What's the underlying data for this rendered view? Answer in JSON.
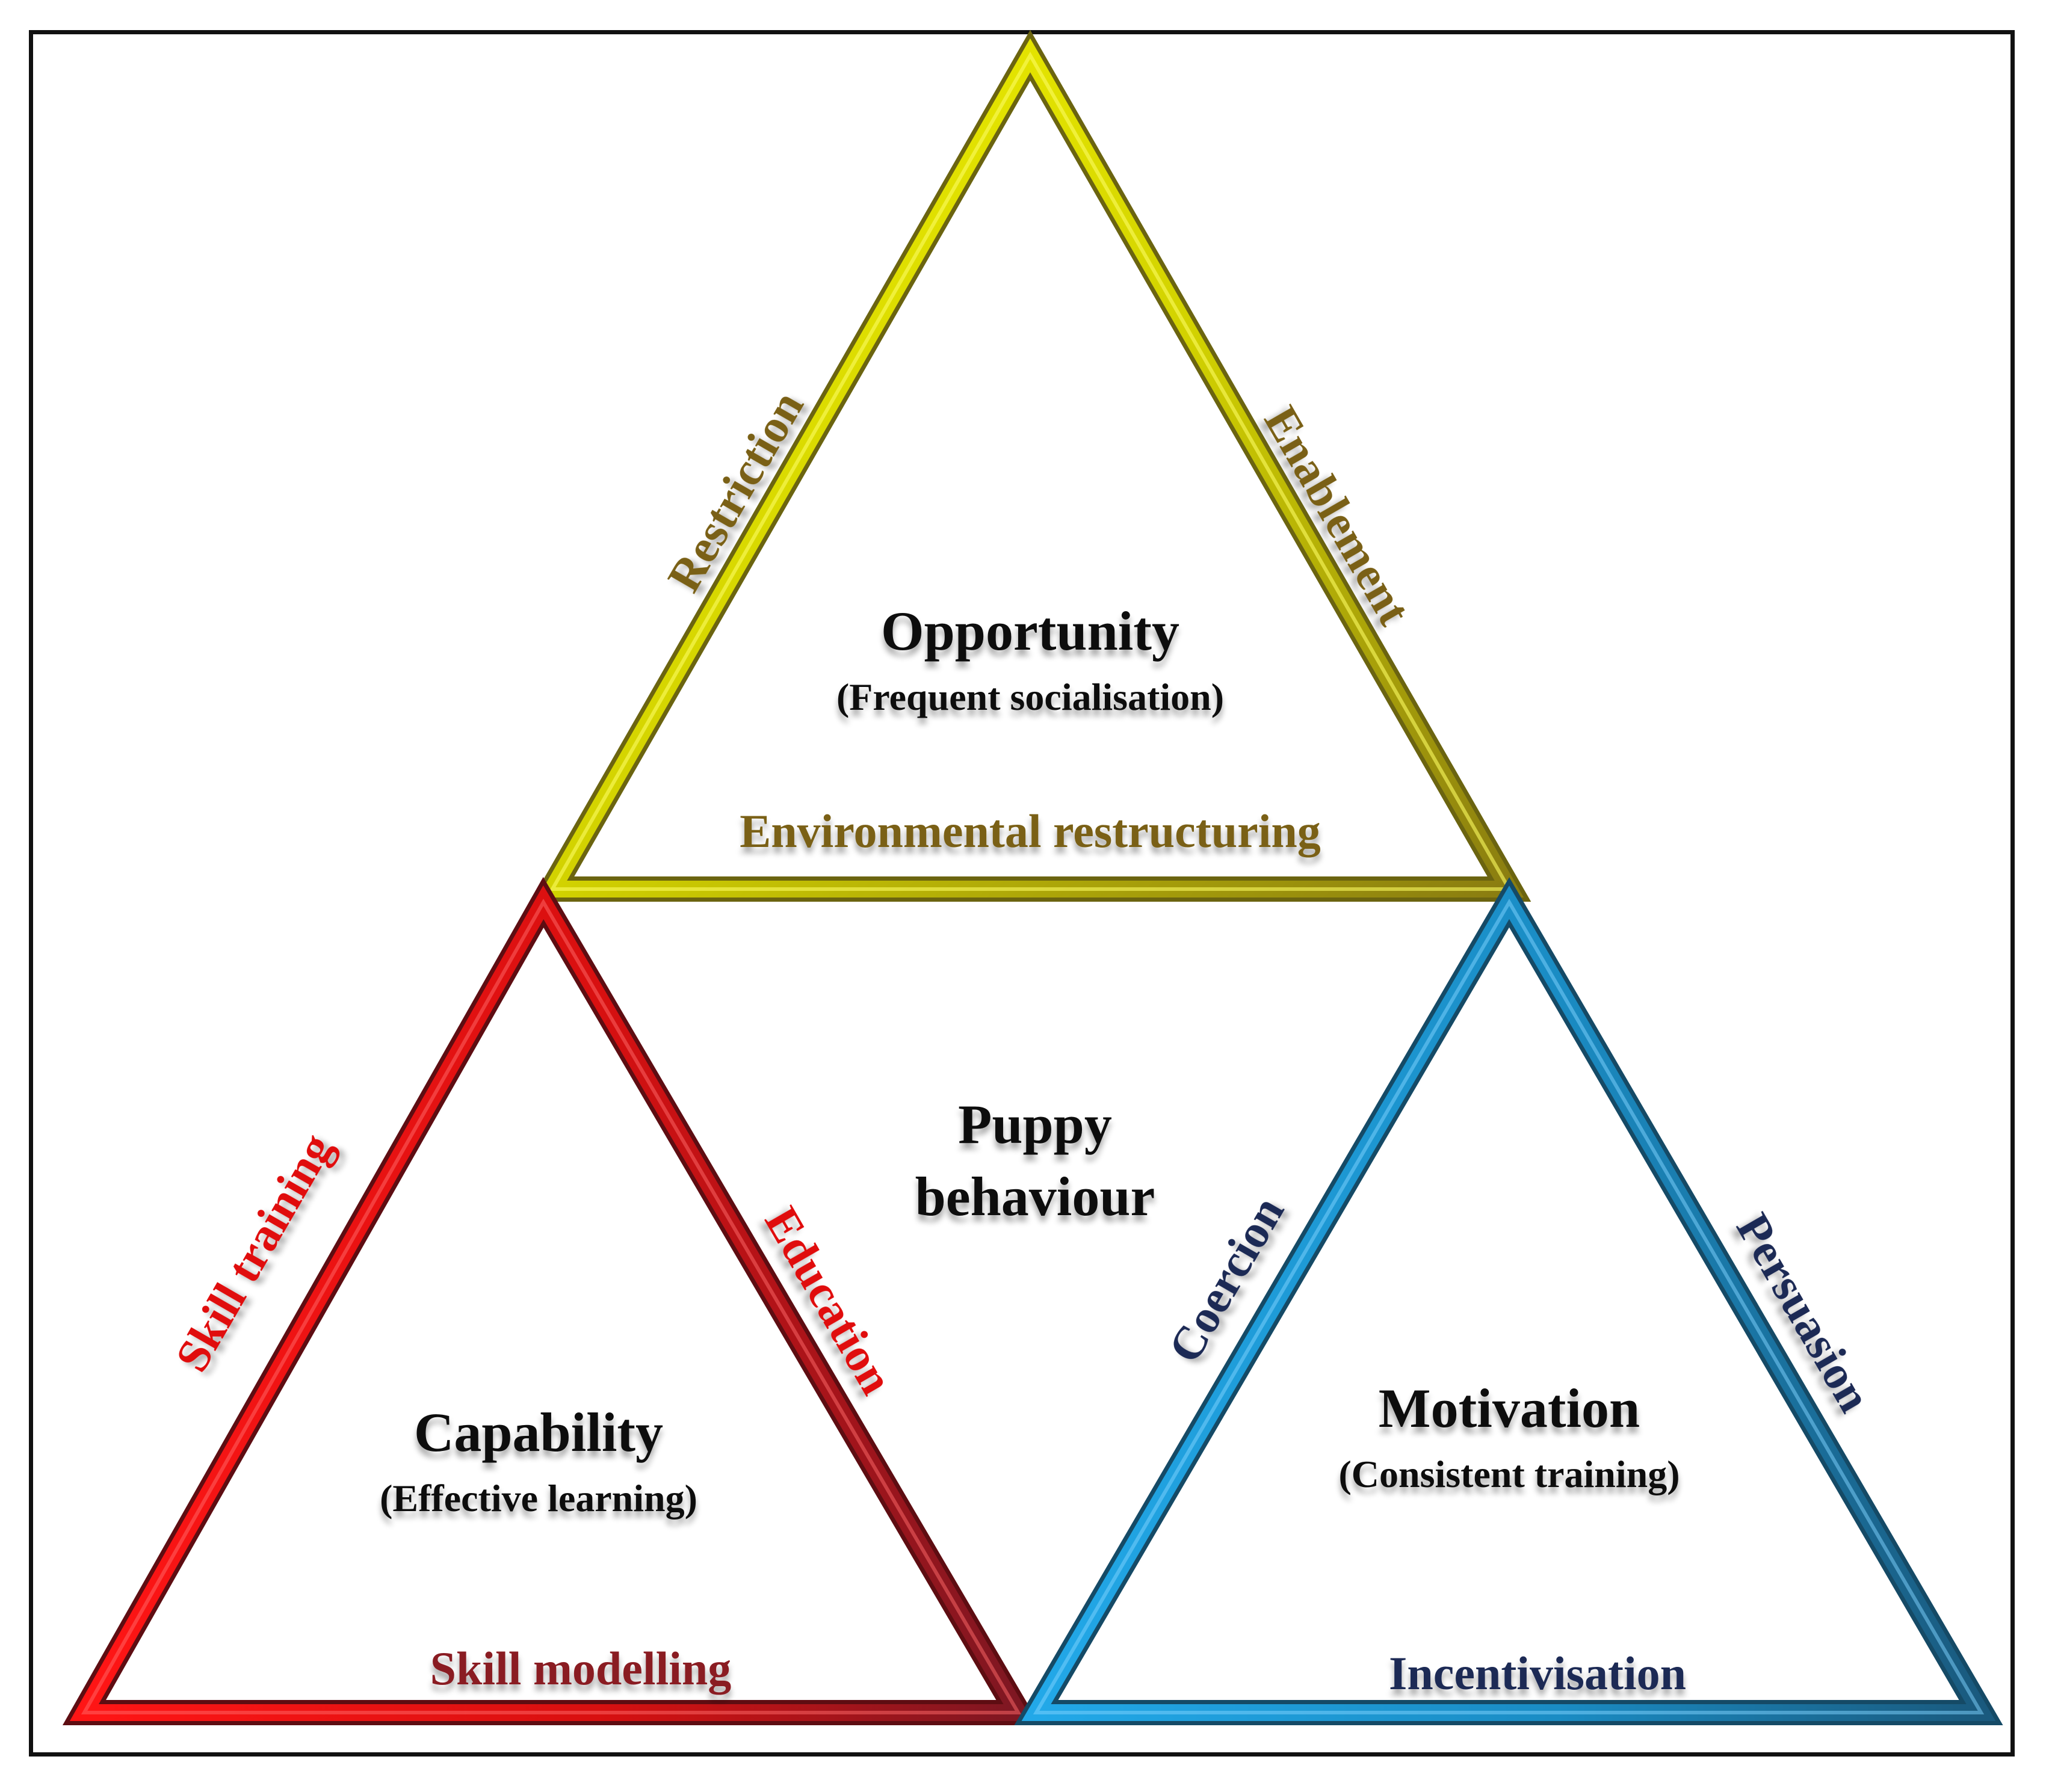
{
  "colors": {
    "opportunity": "#c8c800",
    "opportunity_text": "#7a6012",
    "capability": "#e01010",
    "capability_dark": "#8a1a22",
    "motivation": "#1e96d2",
    "motivation_text": "#1f2a55"
  },
  "opportunity": {
    "title": "Opportunity",
    "subtitle": "(Frequent socialisation)",
    "left_edge": "Restriction",
    "right_edge": "Enablement",
    "bottom_edge": "Environmental restructuring"
  },
  "capability": {
    "title": "Capability",
    "subtitle": "(Effective learning)",
    "left_edge": "Skill training",
    "right_edge": "Education",
    "bottom_edge": "Skill modelling"
  },
  "motivation": {
    "title": "Motivation",
    "subtitle": "(Consistent training)",
    "left_edge": "Coercion",
    "right_edge": "Persuasion",
    "bottom_edge": "Incentivisation"
  },
  "center": {
    "line1": "Puppy",
    "line2": "behaviour"
  }
}
